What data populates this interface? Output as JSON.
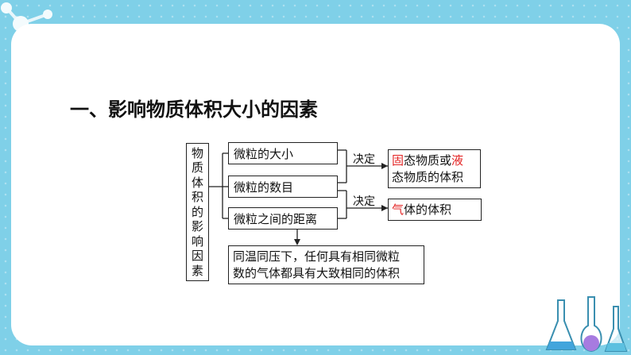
{
  "title": "一、影响物质体积大小的因素",
  "vertical_label": [
    "物",
    "质",
    "体",
    "积",
    "的",
    "影",
    "响",
    "因",
    "素"
  ],
  "factors": [
    "微粒的大小",
    "微粒的数目",
    "微粒之间的距离"
  ],
  "determines_label": "决定",
  "result_solid_liquid": {
    "line1_red1": "固",
    "line1_mid": "态物质或",
    "line1_red2": "液",
    "line2": "态物质的体积"
  },
  "result_gas": {
    "red": "气",
    "rest": "体的体积"
  },
  "conclusion": [
    "同温同压下，任何具有相同微粒",
    "数的气体都具有大致相同的体积"
  ],
  "colors": {
    "background": "#7fd0e8",
    "accent_red": "#e32222"
  },
  "decorations": [
    "molecule-model-icon",
    "lab-flasks-icon"
  ]
}
